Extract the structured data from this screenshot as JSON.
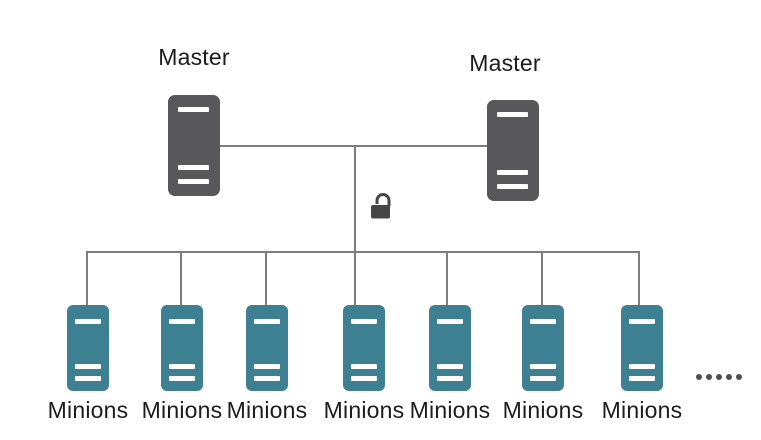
{
  "diagram": {
    "type": "network-topology",
    "description": "Two redundant masters connected to a shared secure bus controlling multiple minions",
    "masters": [
      {
        "label": "Master"
      },
      {
        "label": "Master"
      }
    ],
    "minions": [
      {
        "label": "Minions"
      },
      {
        "label": "Minions"
      },
      {
        "label": "Minions"
      },
      {
        "label": "Minions"
      },
      {
        "label": "Minions"
      },
      {
        "label": "Minions"
      },
      {
        "label": "Minions"
      }
    ],
    "ellipsis": {
      "dot_count": 5
    },
    "icons": {
      "master_node": "server-tower-icon",
      "minion_node": "server-tower-icon",
      "security": "open-padlock-icon",
      "more": "more-minions-dots"
    }
  },
  "colors": {
    "background": "#ffffff",
    "master_fill": "#58585a",
    "minion_fill": "#3d8091",
    "line": "#7d7d7d",
    "lock": "#464646",
    "dots": "#4f4f4f",
    "text": "#1c1c1c"
  }
}
